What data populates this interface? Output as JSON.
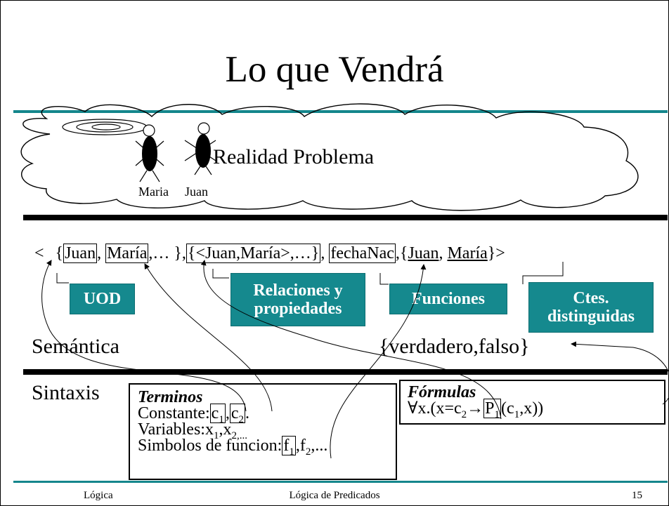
{
  "slide": {
    "title": "Lo que Vendrá",
    "footer": {
      "left": "Lógica",
      "center": "Lógica de Predicados",
      "page_number": "15"
    }
  },
  "cloud": {
    "label": "Realidad Problema",
    "person_labels": [
      "Maria",
      "Juan"
    ]
  },
  "tuple": {
    "open": "<",
    "set_open": "{",
    "juan": "Juan",
    "sep1": ", ",
    "maria": "María",
    "ellipsis1": ",… },",
    "relations": "{<Juan,María>,…}",
    "sep2": ", ",
    "function": "fechaNac",
    "distinguished_open": ",{",
    "d_juan": "Juan",
    "d_sep": ", ",
    "d_maria": "María",
    "close": "}>"
  },
  "tags": {
    "uod": "UOD",
    "relations_line1": "Relaciones y",
    "relations_line2": "propiedades",
    "functions": "Funciones",
    "ctes_line1": "Ctes.",
    "ctes_line2": "distinguidas"
  },
  "semantics": {
    "label": "Semántica",
    "values": "{verdadero,falso}"
  },
  "syntax": {
    "label": "Sintaxis",
    "terms": {
      "title": "Terminos",
      "constants_label": "Constante:",
      "c": "c",
      "c1_sub": "1",
      "comma": ",",
      "c2_sub": "2",
      "constants_end": ".",
      "variables_label": "Variables:x",
      "x1_sub": "1",
      "x_mid": ",x",
      "x2_sub": "2,...",
      "functions_label": "Simbolos de funcion:",
      "f": "f",
      "f1_sub": "1",
      "f_mid": ",f",
      "f2_sub": "2",
      "functions_end": ",..."
    },
    "formulas": {
      "title": "Fórmulas",
      "prefix": "∀x.(x=c",
      "c2_sub": "2",
      "arrow": "→",
      "p": "P",
      "p_sub": "1",
      "open": "(c",
      "c1_sub": "1",
      "rest": ",x))"
    }
  }
}
